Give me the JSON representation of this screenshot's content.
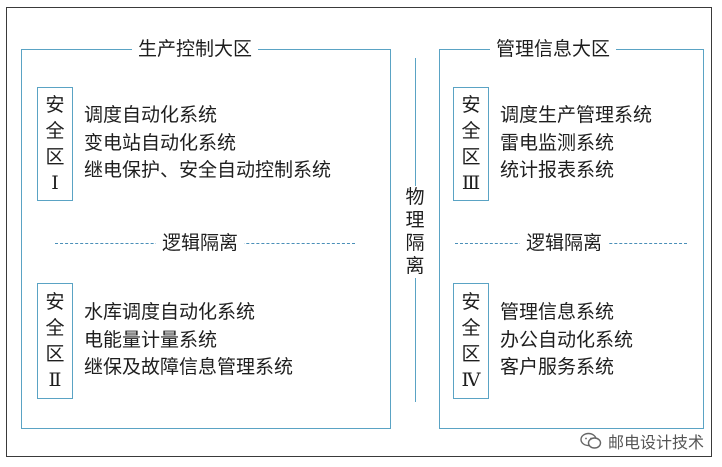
{
  "colors": {
    "region_border": "#5aa3c4",
    "dash": "#4a8fb8",
    "text": "#1e1e1e",
    "frame": "#3a3a3a"
  },
  "production_region": {
    "title": "生产控制大区",
    "zone_1": {
      "chars": [
        "安",
        "全",
        "区",
        "Ⅰ"
      ],
      "systems": [
        "调度自动化系统",
        "变电站自动化系统",
        "继电保护、安全自动控制系统"
      ]
    },
    "logic_isolation": "逻辑隔离",
    "zone_2": {
      "chars": [
        "安",
        "全",
        "区",
        "Ⅱ"
      ],
      "systems": [
        "水库调度自动化系统",
        "电能量计量系统",
        "继保及故障信息管理系统"
      ]
    }
  },
  "physical_isolation": {
    "chars": [
      "物",
      "理",
      "隔",
      "离"
    ]
  },
  "management_region": {
    "title": "管理信息大区",
    "zone_3": {
      "chars": [
        "安",
        "全",
        "区",
        "Ⅲ"
      ],
      "systems": [
        "调度生产管理系统",
        "雷电监测系统",
        "统计报表系统"
      ]
    },
    "logic_isolation": "逻辑隔离",
    "zone_4": {
      "chars": [
        "安",
        "全",
        "区",
        "Ⅳ"
      ],
      "systems": [
        "管理信息系统",
        "办公自动化系统",
        "客户服务系统"
      ]
    }
  },
  "watermark": {
    "text": "邮电设计技术",
    "icon": "wechat-icon"
  }
}
